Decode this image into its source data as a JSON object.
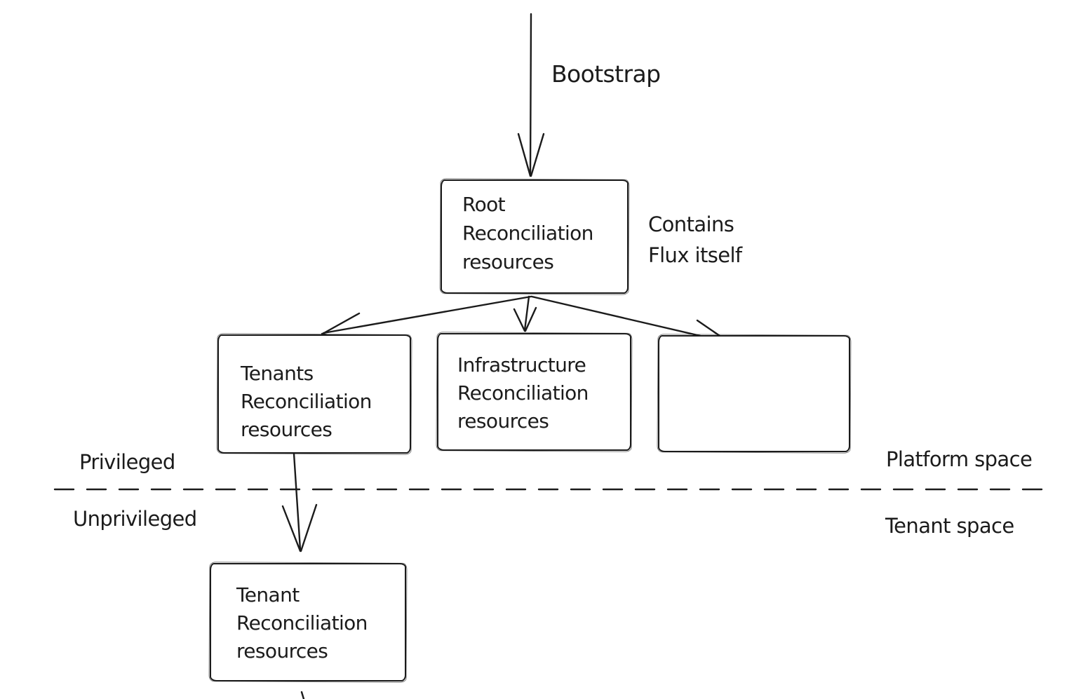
{
  "nodes": {
    "root": {
      "label": "Root\nReconciliation\nresources"
    },
    "tenants": {
      "label": "Tenants\nReconciliation\nresources"
    },
    "infrastructure": {
      "label": "Infrastructure\nReconciliation\nresources"
    },
    "empty": {
      "label": ""
    },
    "tenant": {
      "label": "Tenant\nReconciliation\nresources"
    }
  },
  "annotations": {
    "bootstrap": "Bootstrap",
    "contains_flux": "Contains\nFlux itself",
    "privileged": "Privileged",
    "unprivileged": "Unprivileged",
    "platform_space": "Platform space",
    "tenant_space": "Tenant space"
  },
  "colors": {
    "ink": "#1b1b1b",
    "background": "#ffffff"
  }
}
